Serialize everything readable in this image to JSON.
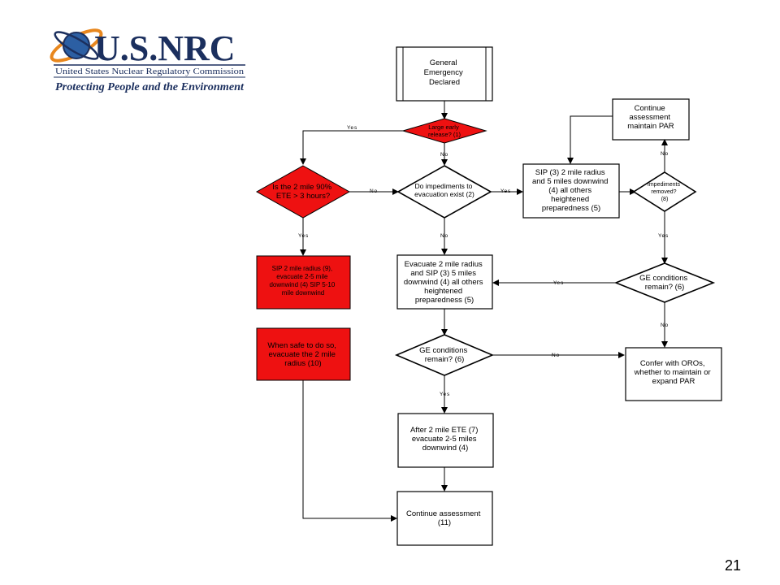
{
  "logo": {
    "wordmark": "U.S.NRC",
    "agency": "United States Nuclear Regulatory Commission",
    "tagline": "Protecting People and the Environment",
    "colors": {
      "navy": "#1b2f5e",
      "accent": "#e8871e"
    }
  },
  "flowchart": {
    "general_emergency": [
      "General",
      "Emergency",
      "Declared"
    ],
    "large_early_release": [
      "Large early",
      "release? (1)"
    ],
    "impediments": [
      "Do impediments to",
      "evacuation exist (2)"
    ],
    "ete_check": [
      "Is the 2 mile 90%",
      "ETE > 3 hours?"
    ],
    "sip_2mile_5miles": [
      "SIP (3) 2 mile radius",
      "and 5 miles downwind",
      "(4) all others",
      "heightened",
      "preparedness (5)"
    ],
    "continue_assessment_maintain": [
      "Continue",
      "assessment",
      "maintain PAR"
    ],
    "impediments_removed": [
      "Impediments",
      "removed?",
      "(8)"
    ],
    "sip_red": [
      "SIP 2 mile radius (9),",
      "evacuate 2-5 mile",
      "downwind (4) SIP 5-10",
      "mile downwind"
    ],
    "when_safe": [
      "When safe to do so,",
      "evacuate the 2 mile",
      "radius (10)"
    ],
    "evacuate_2mile": [
      "Evacuate 2 mile radius",
      "and SIP (3) 5 miles",
      "downwind (4) all others",
      "heightened",
      "preparedness (5)"
    ],
    "ge_conditions_right": [
      "GE conditions",
      "remain? (6)"
    ],
    "ge_conditions_mid": [
      "GE conditions",
      "remain? (6)"
    ],
    "confer_oros": [
      "Confer with OROs,",
      "whether to maintain or",
      "expand PAR"
    ],
    "after_ete": [
      "After 2 mile ETE (7)",
      "evacuate 2-5 miles",
      "downwind (4)"
    ],
    "continue_assessment_final": [
      "Continue assessment",
      "(11)"
    ],
    "colors": {
      "red": "#ee1111",
      "stroke": "#000000"
    }
  },
  "edges": {
    "yes": "Yes",
    "no": "No"
  },
  "page_number": "21"
}
